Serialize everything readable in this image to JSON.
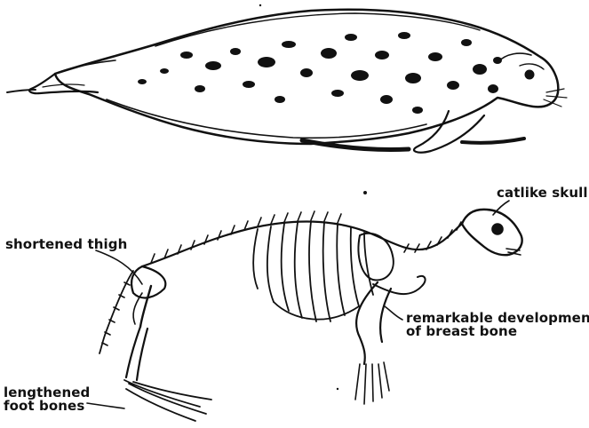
{
  "labels": {
    "skull": "catlike skull",
    "thigh": "shortened thigh",
    "breast_line1": "remarkable development",
    "breast_line2": "of breast bone",
    "foot_line1": "lengthened",
    "foot_line2": "foot bones"
  },
  "colors": {
    "ink": "#111111",
    "paper": "#ffffff"
  }
}
